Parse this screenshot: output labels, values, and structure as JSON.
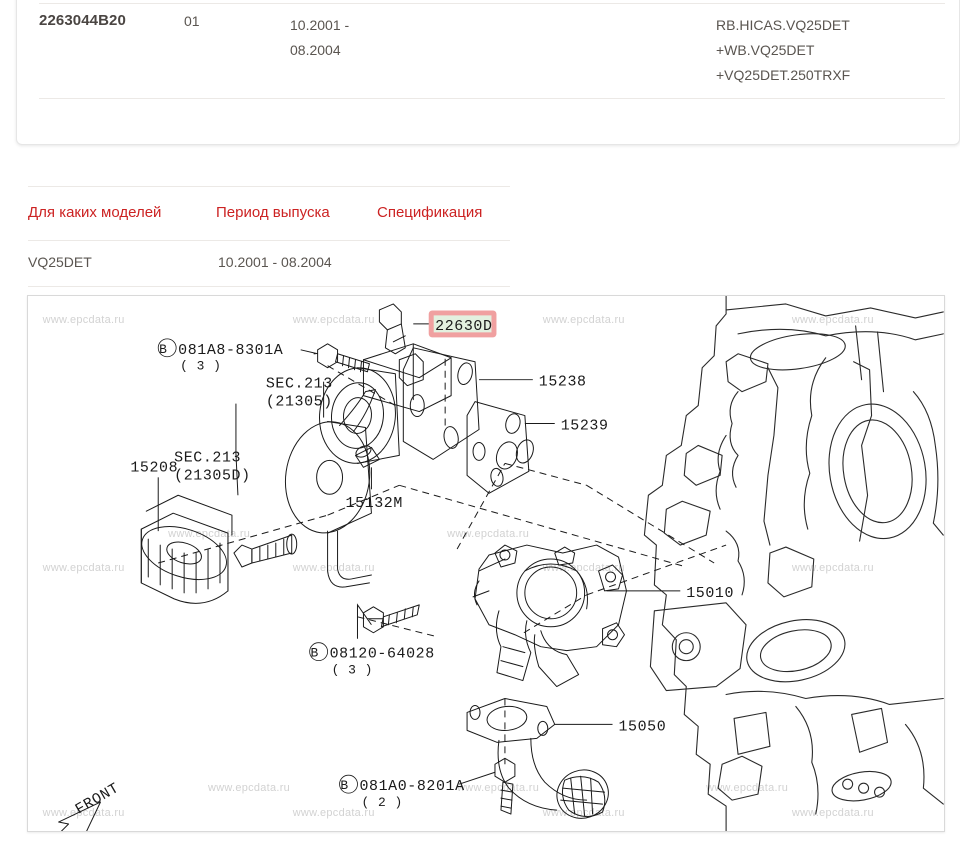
{
  "applicability_card": {
    "part_number": "2263044B20",
    "quantity": "01",
    "period": "10.2001 -\n08.2004",
    "specification": "RB.HICAS.VQ25DET\n+WB.VQ25DET\n+VQ25DET.250TRXF"
  },
  "spec_table": {
    "headers": [
      "Для каких моделей",
      "Период выпуска",
      "Спецификация"
    ],
    "rows": [
      {
        "model": "VQ25DET",
        "period": "10.2001 - 08.2004",
        "spec": ""
      }
    ],
    "header_color": "#cc2222"
  },
  "diagram": {
    "watermark_text": "www.epcdata.ru",
    "front_label": "FRONT",
    "highlight": {
      "label": "22630D",
      "border_color": "#f0a0a0",
      "fill_color": "#e3f0df"
    },
    "callouts": [
      {
        "id": "c1",
        "label": "081A8-8301A",
        "sub": "( 3 )",
        "prefix": "B"
      },
      {
        "id": "c2",
        "label": "SEC.213",
        "sub": "(21305)",
        "prefix": ""
      },
      {
        "id": "c3",
        "label": "SEC.213",
        "sub": "(21305D)",
        "prefix": ""
      },
      {
        "id": "c4",
        "label": "15208",
        "sub": "",
        "prefix": ""
      },
      {
        "id": "c5",
        "label": "15132M",
        "sub": "",
        "prefix": ""
      },
      {
        "id": "c6",
        "label": "15238",
        "sub": "",
        "prefix": ""
      },
      {
        "id": "c7",
        "label": "15239",
        "sub": "",
        "prefix": ""
      },
      {
        "id": "c8",
        "label": "15010",
        "sub": "",
        "prefix": ""
      },
      {
        "id": "c9",
        "label": "15050",
        "sub": "",
        "prefix": ""
      },
      {
        "id": "c10",
        "label": "08120-64028",
        "sub": "( 3 )",
        "prefix": "B"
      },
      {
        "id": "c11",
        "label": "081A0-8201A",
        "sub": "( 2 )",
        "prefix": "B"
      }
    ]
  }
}
